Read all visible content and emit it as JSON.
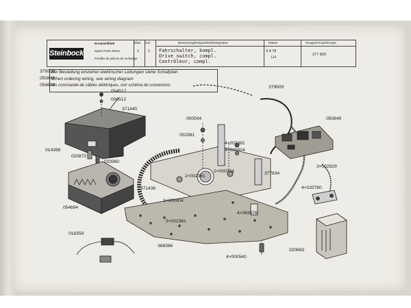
{
  "header": {
    "brand": "Steinbock",
    "sheet_label_de": "Ersatzteilblatt",
    "sheet_label_en": "Spare Parts Sheet",
    "sheet_label_fr": "Feuilles de pièces de rechange",
    "blatt_label": "Blatt",
    "blatt_value": "1",
    "von_label": "von",
    "von_value": "1",
    "designation_label": "Benennung/Designation/Designation",
    "designation_lines": [
      "Fahrschalter, kompl.",
      "Drive switch, compl.",
      "Contrôleur, compl."
    ],
    "date_label": "Datum",
    "date_value": "3.4.78",
    "date_initials": "LH",
    "group_label": "Gruppe/Group/Groupe",
    "group_value": "377 830"
  },
  "notes": {
    "codes": [
      "379510",
      "050849",
      "054694"
    ],
    "lines": [
      "Bei Bestellung einzelner elektrischer Leitungen siehe Schaltplan",
      "When ordering wiring, see wiring diagram",
      "Als commande de câbles eléktriques, voir schéma de connexions"
    ]
  },
  "parts": {
    "p379509": "379509",
    "p004517": "004517",
    "p000512": "000512",
    "p371440": "371440",
    "p050849": "050849",
    "p000004": "000004",
    "p002381": "002381",
    "p4x002381": "4×002381",
    "p4x000004": "4×000004",
    "p014398": "014398",
    "p020872": "020872",
    "p020960": "020960",
    "p377834": "377834",
    "p2x002381": "2×002381",
    "p2x000004": "2×000004",
    "p3x002929": "3×002929",
    "p371436": "371436",
    "p4x020780": "4×020780",
    "p054694": "054694",
    "p3x000004": "3×000004",
    "p4x363576": "4×363576",
    "p3x002381": "3×002381",
    "p016359": "016359",
    "p368386": "368386",
    "p020883": "020883",
    "p4x000540": "4×000540"
  }
}
